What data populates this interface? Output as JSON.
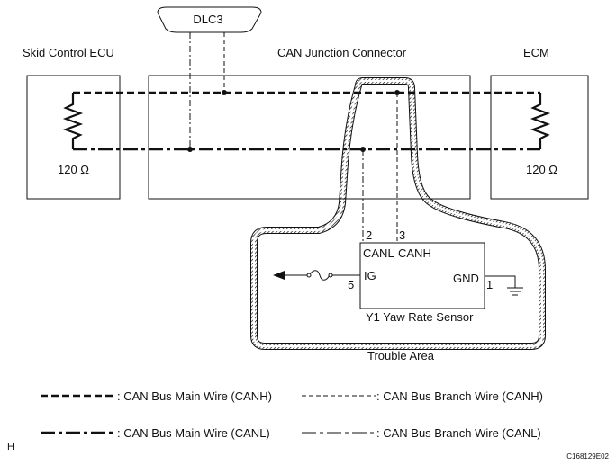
{
  "components": {
    "dlc3": "DLC3",
    "skid_ecu": "Skid Control ECU",
    "can_junction": "CAN Junction Connector",
    "ecm": "ECM",
    "left_resistor": "120 Ω",
    "right_resistor": "120 Ω"
  },
  "sensor": {
    "name": "Y1  Yaw Rate Sensor",
    "pin2": "2",
    "pin3": "3",
    "canl": "CANL",
    "canh": "CANH",
    "ig": "IG",
    "pin5": "5",
    "gnd": "GND",
    "pin1": "1"
  },
  "trouble_area": "Trouble Area",
  "legend": {
    "main_canh": ": CAN Bus Main Wire (CANH)",
    "branch_canh": ": CAN Bus Branch Wire (CANH)",
    "main_canl": ": CAN Bus Main Wire (CANL)",
    "branch_canl": ": CAN Bus Branch Wire (CANL)"
  },
  "corner_mark": "H",
  "figure_code": "C168129E02"
}
